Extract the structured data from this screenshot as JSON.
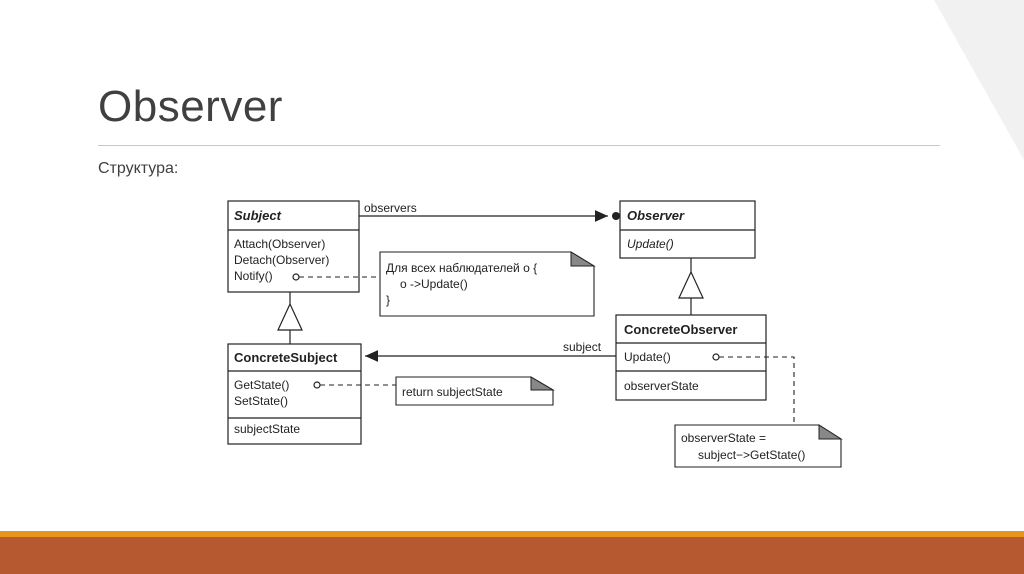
{
  "slide": {
    "title": "Observer",
    "subtitle": "Структура:"
  },
  "diagram": {
    "subject": {
      "name": "Subject",
      "operations": [
        "Attach(Observer)",
        "Detach(Observer)",
        "Notify()"
      ]
    },
    "concrete_subject": {
      "name": "ConcreteSubject",
      "operations": [
        "GetState()",
        "SetState()"
      ],
      "attributes": [
        "subjectState"
      ]
    },
    "observer": {
      "name": "Observer",
      "operations": [
        "Update()"
      ]
    },
    "concrete_observer": {
      "name": "ConcreteObserver",
      "operations": [
        "Update()"
      ],
      "attributes": [
        "observerState"
      ]
    },
    "notes": {
      "notify": [
        "Для всех наблюдателей o {",
        "o ->Update()",
        "}"
      ],
      "getstate": [
        "return subjectState"
      ],
      "update": [
        "observerState =",
        "subject−>GetState()"
      ]
    },
    "associations": {
      "observers": "observers",
      "subject": "subject"
    }
  },
  "colors": {
    "accent_orange": "#e8951e",
    "accent_rust": "#b65830",
    "text": "#404040"
  }
}
